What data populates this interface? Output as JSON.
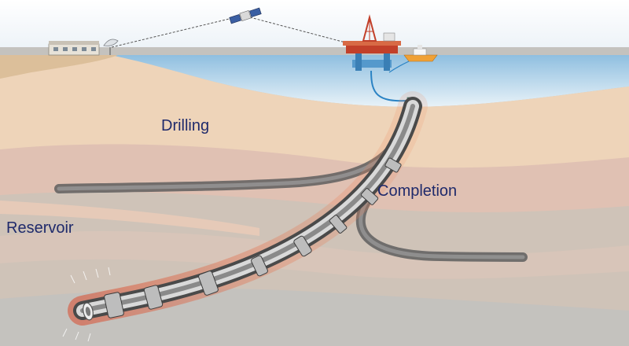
{
  "labels": {
    "drilling": "Drilling",
    "completion": "Completion",
    "reservoir": "Reservoir"
  },
  "colors": {
    "sky": "#eef3f8",
    "sea_top": "#a9cde6",
    "sea_bottom": "#e6f1f8",
    "land": "#e4c9a6",
    "seabed": "#efd5b8",
    "layer_mid": "#e2c0b4",
    "layer_dark": "#d4b8ac",
    "reservoir_rock": "#c9bfb6",
    "deep_rock": "#c2c0bc",
    "rig": "#d0452b",
    "vessel": "#f39a25",
    "riser": "#2b83c4",
    "borehole": "#6b6b6b",
    "heated_zone": "#e0583a",
    "label_text": "#1f2a6b"
  },
  "icons": [
    "satellite-icon",
    "antenna-dish-icon",
    "control-building-icon",
    "drilling-rig-icon",
    "support-vessel-icon",
    "wellhead-icon"
  ]
}
